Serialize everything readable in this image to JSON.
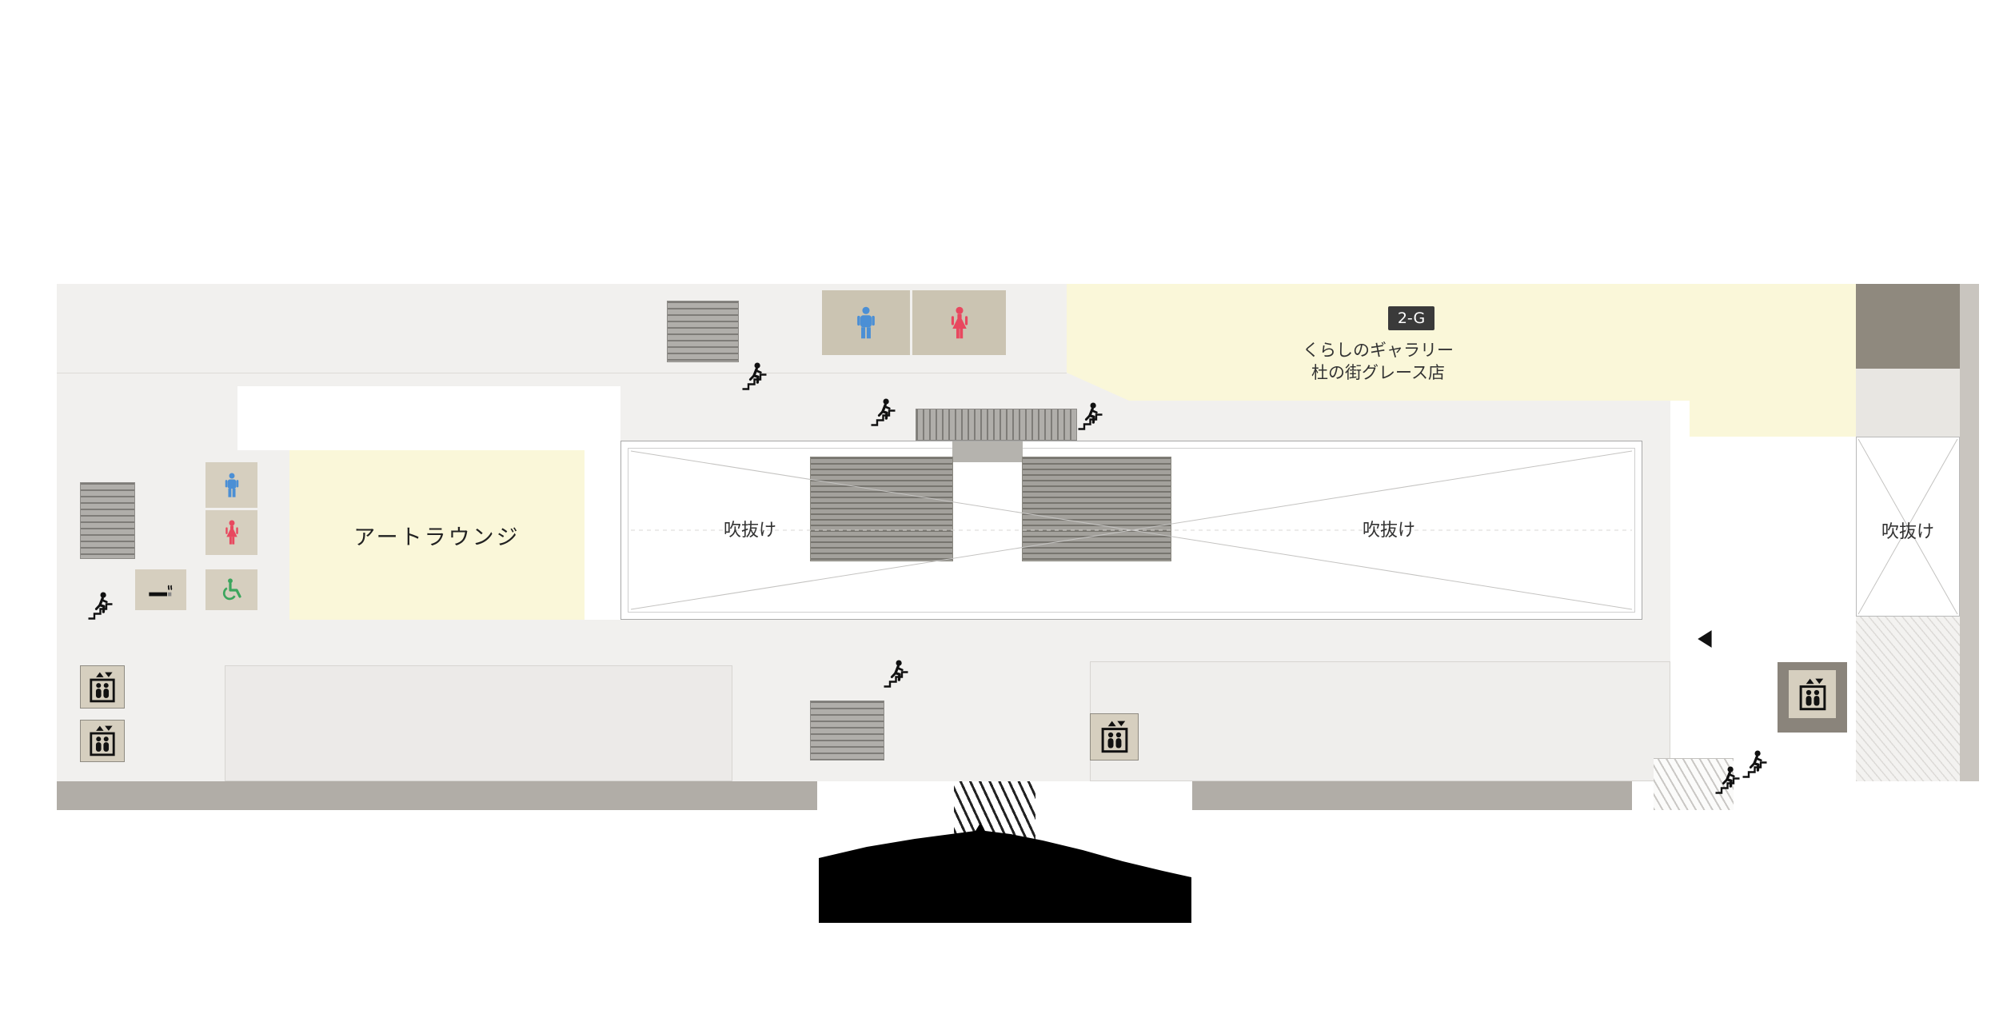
{
  "labels": {
    "badge": "2-G",
    "shop_line1": "くらしのギャラリー",
    "shop_line2": "杜の街グレース店",
    "art_lounge": "アートラウンジ",
    "voids": [
      "吹抜け",
      "吹抜け",
      "吹抜け"
    ]
  },
  "icons": {
    "stairs_person": "person climbing stairs pictogram",
    "elevator": "elevator with up/down arrows pictogram",
    "man_restroom": "men's restroom pictogram",
    "woman_restroom": "women's restroom pictogram",
    "wheelchair": "accessible restroom pictogram",
    "smoking": "smoking area pictogram",
    "direction_triangle": "left-pointing triangle marker"
  },
  "colors": {
    "floor": "#f1f0ee",
    "accent_yellow": "#faf7d9",
    "band_gray": "#b1ada7",
    "facility_beige": "#d6cfbf",
    "badge_dark": "#3a3a3a",
    "man_blue": "#4b8fd5",
    "woman_red": "#e8485f",
    "wheelchair_green": "#3ba55d",
    "silhouette_black": "#000000"
  }
}
